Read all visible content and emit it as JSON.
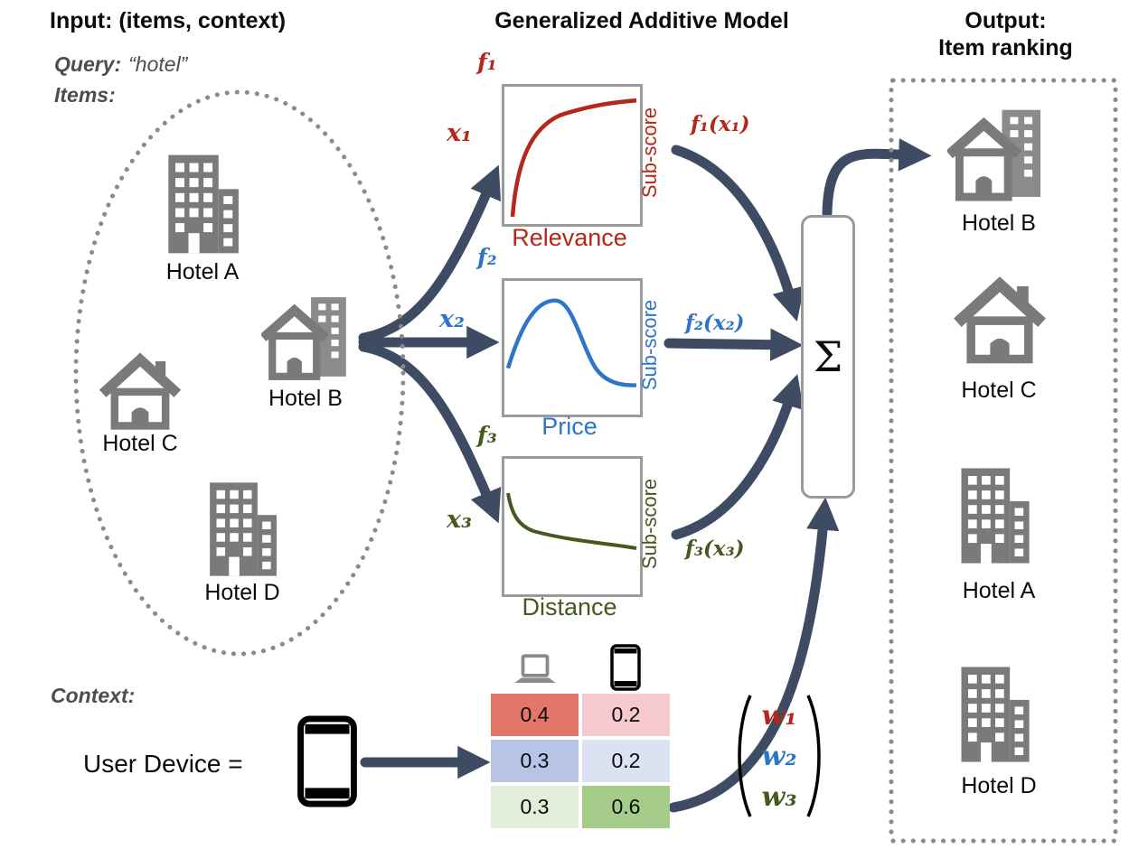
{
  "titles": {
    "input": "Input: (items, context)",
    "model": "Generalized Additive Model",
    "output_line1": "Output:",
    "output_line2": "Item ranking"
  },
  "input": {
    "query_label": "Query:",
    "query_value": "“hotel”",
    "items_label": "Items:",
    "hotels": [
      {
        "name": "Hotel A",
        "icon": "building-icon"
      },
      {
        "name": "Hotel B",
        "icon": "house-building-icon"
      },
      {
        "name": "Hotel C",
        "icon": "house-icon"
      },
      {
        "name": "Hotel D",
        "icon": "building-icon"
      }
    ]
  },
  "context": {
    "label": "Context:",
    "device_label": "User Device =",
    "device_icon": "smartphone-icon"
  },
  "model": {
    "submodels": [
      {
        "fn": "f₁",
        "input": "x₁",
        "output": "f₁(x₁)",
        "axis_label": "Sub-score",
        "feature": "Relevance",
        "color": "#b5271a",
        "curve": "increasing-saturating"
      },
      {
        "fn": "f₂",
        "input": "x₂",
        "output": "f₂(x₂)",
        "axis_label": "Sub-score",
        "feature": "Price",
        "color": "#2e74c8",
        "curve": "single-peak"
      },
      {
        "fn": "f₃",
        "input": "x₃",
        "output": "f₃(x₃)",
        "axis_label": "Sub-score",
        "feature": "Distance",
        "color": "#45591e",
        "curve": "decreasing"
      }
    ],
    "sum_symbol": "Σ",
    "weight_table": {
      "column_icons": [
        "laptop-icon",
        "smartphone-icon"
      ],
      "rows": [
        {
          "values": [
            "0.4",
            "0.2"
          ],
          "colors": [
            "#e4756b",
            "#f6c9ce"
          ]
        },
        {
          "values": [
            "0.3",
            "0.2"
          ],
          "colors": [
            "#b7c4e6",
            "#dbe3f2"
          ]
        },
        {
          "values": [
            "0.3",
            "0.6"
          ],
          "colors": [
            "#e3eeda",
            "#a5cc88"
          ]
        }
      ]
    },
    "weights": [
      "w₁",
      "w₂",
      "w₃"
    ],
    "weight_colors": [
      "#b5271a",
      "#2e74c8",
      "#45591e"
    ],
    "arrow_color": "#3d4c63"
  },
  "output": {
    "ranking": [
      "Hotel B",
      "Hotel C",
      "Hotel A",
      "Hotel D"
    ]
  }
}
